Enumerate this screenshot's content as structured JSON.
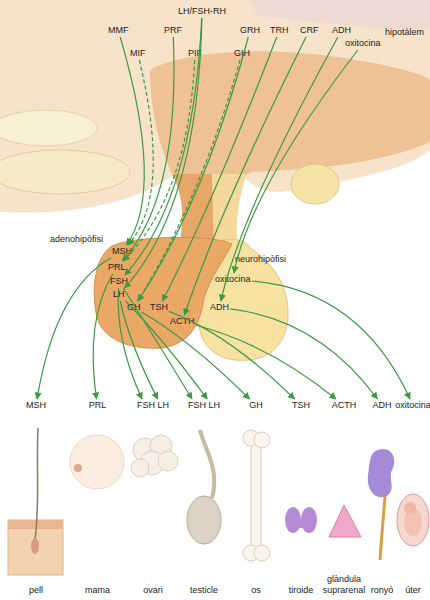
{
  "diagram": {
    "nodes": [
      {
        "text": [
          "hipotàlem"
        ]
      },
      {
        "text": [
          "LH/FSH-RH"
        ],
        "in": 0
      },
      {
        "text": [
          "MMF"
        ],
        "in": 0
      },
      {
        "text": [
          "PRF"
        ],
        "in": 0
      },
      {
        "text": [
          "GRH"
        ],
        "in": 0
      },
      {
        "text": [
          "TRH"
        ],
        "in": 0
      },
      {
        "text": [
          "CRF"
        ],
        "in": 0
      },
      {
        "text": [
          "ADH"
        ],
        "in": 0
      },
      {
        "text": [
          "oxitocina"
        ],
        "in": 0
      },
      {
        "text": [
          "MIF"
        ],
        "in": 0
      },
      {
        "text": [
          "PIF"
        ],
        "in": 0
      },
      {
        "text": [
          "GIH"
        ],
        "in": 0
      },
      {
        "text": [
          "adenohipòfisi"
        ]
      },
      {
        "text": [
          "MSH"
        ],
        "in": 12
      },
      {
        "text": [
          "PRL"
        ],
        "in": 12
      },
      {
        "text": [
          "FSH"
        ],
        "in": 12
      },
      {
        "text": [
          "LH"
        ],
        "in": 12
      },
      {
        "text": [
          "GH"
        ],
        "in": 12
      },
      {
        "text": [
          "TSH"
        ],
        "in": 12
      },
      {
        "text": [
          "ACTH"
        ],
        "in": 12
      },
      {
        "text": [
          "neurohipòfisi"
        ]
      },
      {
        "text": [
          "oxitocina"
        ],
        "in": 20
      },
      {
        "text": [
          "ADH"
        ],
        "in": 20
      },
      {
        "text": [
          "MSH",
          "pell"
        ]
      },
      {
        "text": [
          "PRL",
          "mama"
        ]
      },
      {
        "text": [
          "FSH LH",
          "ovari"
        ]
      },
      {
        "text": [
          "FSH LH",
          "testicle"
        ]
      },
      {
        "text": [
          "GH",
          "os"
        ]
      },
      {
        "text": [
          "TSH",
          "tiroide"
        ]
      },
      {
        "text": [
          "ACTH",
          "glàndula suprarenal"
        ]
      },
      {
        "text": [
          "ADH",
          "ronyó"
        ]
      },
      {
        "text": [
          "oxitocina",
          "úter"
        ]
      }
    ],
    "edges": [
      {
        "from": 2,
        "to": 13,
        "arrow": "to"
      },
      {
        "from": 9,
        "to": 13,
        "arrow": "to"
      },
      {
        "from": 3,
        "to": 14,
        "arrow": "to"
      },
      {
        "from": 10,
        "to": 14,
        "arrow": "to"
      },
      {
        "from": 1,
        "to": 15,
        "arrow": "to"
      },
      {
        "from": 1,
        "to": 16,
        "arrow": "to"
      },
      {
        "from": 4,
        "to": 17,
        "arrow": "to"
      },
      {
        "from": 11,
        "to": 17,
        "arrow": "to"
      },
      {
        "from": 5,
        "to": 18,
        "arrow": "to"
      },
      {
        "from": 6,
        "to": 19,
        "arrow": "to"
      },
      {
        "from": 7,
        "to": 22,
        "arrow": "to"
      },
      {
        "from": 8,
        "to": 21,
        "arrow": "to"
      },
      {
        "from": 13,
        "to": 23,
        "arrow": "to"
      },
      {
        "from": 14,
        "to": 24,
        "arrow": "to"
      },
      {
        "from": 15,
        "to": 25,
        "arrow": "to"
      },
      {
        "from": 16,
        "to": 25,
        "arrow": "to"
      },
      {
        "from": 15,
        "to": 26,
        "arrow": "to"
      },
      {
        "from": 16,
        "to": 26,
        "arrow": "to"
      },
      {
        "from": 17,
        "to": 27,
        "arrow": "to"
      },
      {
        "from": 18,
        "to": 28,
        "arrow": "to"
      },
      {
        "from": 19,
        "to": 29,
        "arrow": "to"
      },
      {
        "from": 22,
        "to": 30,
        "arrow": "to"
      },
      {
        "from": 21,
        "to": 31,
        "arrow": "to"
      }
    ]
  }
}
